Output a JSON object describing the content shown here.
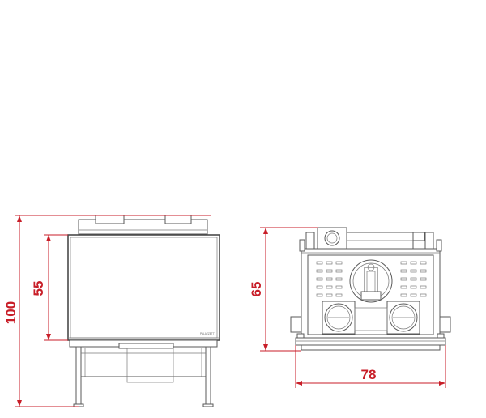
{
  "dimensions": {
    "total_height": "100",
    "glass_height": "55",
    "depth": "65",
    "width": "78"
  },
  "brand_mark": "PALAZZETTI",
  "colors": {
    "dimension": "#c81e28",
    "drawing_line": "#5a5a5a",
    "background": "#ffffff"
  }
}
